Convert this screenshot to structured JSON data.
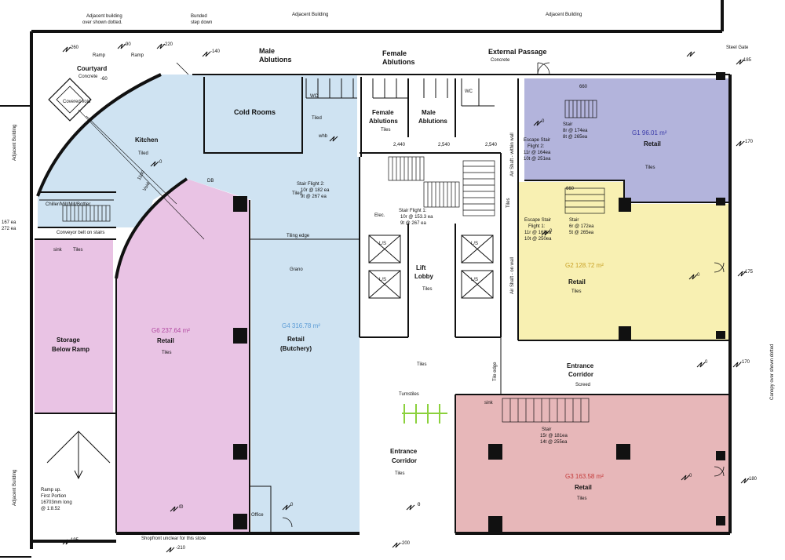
{
  "labels": {
    "adjacent_building_top_left": "Adjacent building",
    "over_shown_dotted": "over shown dotted.",
    "bunded": "Bunded",
    "step_down": "step down",
    "adjacent_building_top_mid": "Adjacent Building",
    "adjacent_building_top_right": "Adjacent Building",
    "adjacent_building_left_1": "Adjacent Building",
    "adjacent_building_left_2": "Adjacent Building",
    "steel_gate": "Steel Gate",
    "canopy_over": "Canopy over shown dotted",
    "ramp_1": "Ramp",
    "ramp_2": "Ramp",
    "courtyard": "Courtyard",
    "concrete_courtyard": "Concrete",
    "covered_void": "Covered void",
    "male_ablutions_top": "Male",
    "male_ablutions_top2": "Ablutions",
    "female_ablutions_top": "Female",
    "female_ablutions_top2": "Ablutions",
    "external_passage": "External Passage",
    "concrete_passage": "Concrete",
    "cold_rooms": "Cold Rooms",
    "tiled_cold": "Tiled",
    "kitchen": "Kitchen",
    "tiled_kitchen": "Tiled",
    "female_ablutions": "Female",
    "female_ablutions2": "Ablutions",
    "male_ablutions": "Male",
    "male_ablutions2": "Ablutions",
    "tiles_ablutions": "Tiles",
    "whb": "whb",
    "stair_flight_2": "Stair Flight 2:",
    "stair_flight_2_r": "10r @ 182 ea",
    "stair_flight_2_t": "9t @ 267 ea",
    "tiled_2": "Tiled",
    "tiling_edge": "Tiling edge",
    "granite": "Grano",
    "stair_flight_1": "Stair Flight 1:",
    "stair_flight_1_r": "10r @ 153.3 ea",
    "stair_flight_1_t": "9t @ 267 ea",
    "elec": "Elec.",
    "lift_lobby": "Lift",
    "lift_lobby2": "Lobby",
    "tiles_lift": "Tiles",
    "lift1": "L/S",
    "lift2": "L/S",
    "lift3": "L/S",
    "lift4": "L/S",
    "conveyor_belt": "Conveyor belt on stairs",
    "chiller": "Chiller/Mill/Mill/Bottler",
    "sink": "sink",
    "tiles_sink": "Tiles",
    "storage": "Storage",
    "storage2": "Below Ramp",
    "g6_area": "G6 237.64 m²",
    "g6_retail": "Retail",
    "g6_tiles": "Tiles",
    "g4_area": "G4 316.78 m²",
    "g4_retail": "Retail",
    "g4_butchery": "(Butchery)",
    "g1_area": "G1 96.01 m²",
    "g1_retail": "Retail",
    "g1_tiles": "Tiles",
    "g1_stair": "Stair",
    "g1_stair_r": "8r @ 174ea",
    "g1_stair_t": "8t @ 265ea",
    "escape_stair_1": "Escape Stair",
    "escape_stair_1b": "Flight 2:",
    "escape_stair_1r": "11r @ 164ea",
    "escape_stair_1t": "10t @ 251ea",
    "g2_area": "G2 128.72 m²",
    "g2_retail": "Retail",
    "g2_tiles": "Tiles",
    "escape_stair_2": "Escape Stair",
    "escape_stair_2b": "Flight 1:",
    "escape_stair_2r": "11r @ 168ea",
    "escape_stair_2t": "10t @ 250ea",
    "g2_stair": "Stair",
    "g2_stair_r": "6r @ 172ea",
    "g2_stair_t": "5t @ 265ea",
    "entrance_corridor_right": "Entrance",
    "entrance_corridor_right2": "Corridor",
    "screed": "Screed",
    "tiles_mid": "Tiles",
    "tile_edge": "Tile edge",
    "turnstiles": "Turnstiles",
    "entrance_corridor_mid": "Entrance",
    "entrance_corridor_mid2": "Corridor",
    "tiles_mid2": "Tiles",
    "sink2": "sink",
    "g3_stair": "Stair",
    "g3_stair_r": "15r @ 181ea",
    "g3_stair_t": "14t @ 255ea",
    "g3_area": "G3 163.58 m²",
    "g3_retail": "Retail",
    "g3_tiles": "Tiles",
    "ramp_up": "Ramp up.",
    "first_portion": "First Portion",
    "ramp_length": "16703mm long",
    "ramp_slope": "@ 1:8.52",
    "office": "Office",
    "shopfront": "Shopfront unclear for this store",
    "covered_void_note": "1100",
    "covered_void_note2": "Void",
    "db": "DB",
    "dim_660_a": "660",
    "dim_660_b": "660",
    "dim_2540_a": "2,540",
    "dim_2540_b": "2,540",
    "dim_2440": "2,440",
    "air_ducts_1": "Air Shaft - within wall",
    "air_ducts_2": "Air Shaft - on wall",
    "tiles_strip": "Tiles",
    "wc1": "WC",
    "wc2": "WC",
    "ss_left_1": "167 ea",
    "ss_left_2": "272 ea"
  },
  "levels": {
    "l_260": "-260",
    "l_90": "-90",
    "l_220": "-220",
    "l_140": "-140",
    "l_185": "-185",
    "l_170a": "-170",
    "l_175": "-175",
    "l_170b": "-170",
    "l_180": "-180",
    "l_195": "-195",
    "l_210": "-210",
    "l_200": "-200",
    "l_0a": "0",
    "l_0b": "0",
    "l_0c": "0",
    "l_0d": "0",
    "l_0e": "0",
    "l_0f": "0",
    "l_0g": "0",
    "l_0h": "0",
    "l_0i": "0",
    "l_0j": "0",
    "l_0k": "0",
    "l_60": "-60"
  },
  "colors": {
    "kitchen_blue": "#cfe3f2",
    "retail_pink": "#e9c3e4",
    "retail_purple": "#b3b4dc",
    "retail_yellow": "#f8f0b2",
    "retail_red": "#e7b7b9",
    "area_g6": "#b24aa2",
    "area_g4": "#5b9bd5",
    "area_g1": "#3a3aa8",
    "area_g2": "#c9a227",
    "area_g3": "#c43a3a",
    "wall": "#111111",
    "turnstile": "#8bd13c"
  }
}
